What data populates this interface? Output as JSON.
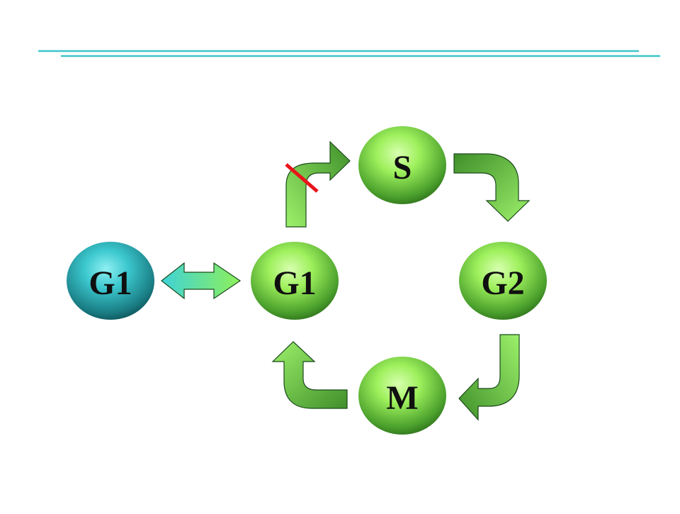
{
  "colors": {
    "rule": "#3cc6cc",
    "phase_green_light": "#b6ff7a",
    "phase_green_dark": "#2f7a1e",
    "phase_teal_light": "#4fd6dc",
    "phase_teal_dark": "#0b4e52",
    "arrow_green_light": "#9cf06a",
    "arrow_green_dark": "#3f8f2a",
    "block_mark": "#e8141a",
    "label": "#101010"
  },
  "nodes": {
    "g0": {
      "label": "G1",
      "style": "teal"
    },
    "g1": {
      "label": "G1",
      "style": "green"
    },
    "s": {
      "label": "S",
      "style": "green"
    },
    "g2": {
      "label": "G2",
      "style": "green"
    },
    "m": {
      "label": "M",
      "style": "green"
    }
  },
  "edges": [
    {
      "from": "g0",
      "to": "g1",
      "kind": "bidirectional"
    },
    {
      "from": "g1",
      "to": "s",
      "kind": "curved",
      "blocked": true
    },
    {
      "from": "s",
      "to": "g2",
      "kind": "curved"
    },
    {
      "from": "g2",
      "to": "m",
      "kind": "curved"
    },
    {
      "from": "m",
      "to": "g1",
      "kind": "curved"
    }
  ]
}
